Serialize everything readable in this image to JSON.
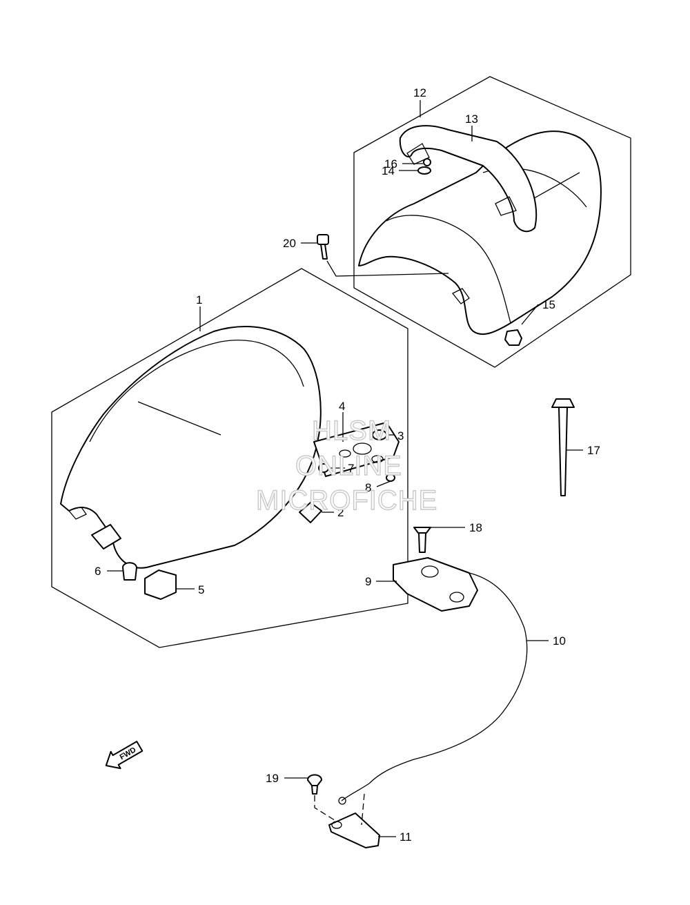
{
  "callouts": [
    {
      "id": "1",
      "text": "1"
    },
    {
      "id": "2",
      "text": "2"
    },
    {
      "id": "3",
      "text": "3"
    },
    {
      "id": "4",
      "text": "4"
    },
    {
      "id": "5",
      "text": "5"
    },
    {
      "id": "6",
      "text": "6"
    },
    {
      "id": "7",
      "text": "7"
    },
    {
      "id": "8",
      "text": "8"
    },
    {
      "id": "9",
      "text": "9"
    },
    {
      "id": "10",
      "text": "10"
    },
    {
      "id": "11",
      "text": "11"
    },
    {
      "id": "12",
      "text": "12"
    },
    {
      "id": "13",
      "text": "13"
    },
    {
      "id": "14",
      "text": "14"
    },
    {
      "id": "15",
      "text": "15"
    },
    {
      "id": "16",
      "text": "16"
    },
    {
      "id": "17",
      "text": "17"
    },
    {
      "id": "18",
      "text": "18"
    },
    {
      "id": "19",
      "text": "19"
    },
    {
      "id": "20",
      "text": "20"
    }
  ],
  "watermark": {
    "line1": "HLSM",
    "line2": "ONLINE",
    "line3": "MICROFICHE"
  },
  "fwd_label": "FWD"
}
